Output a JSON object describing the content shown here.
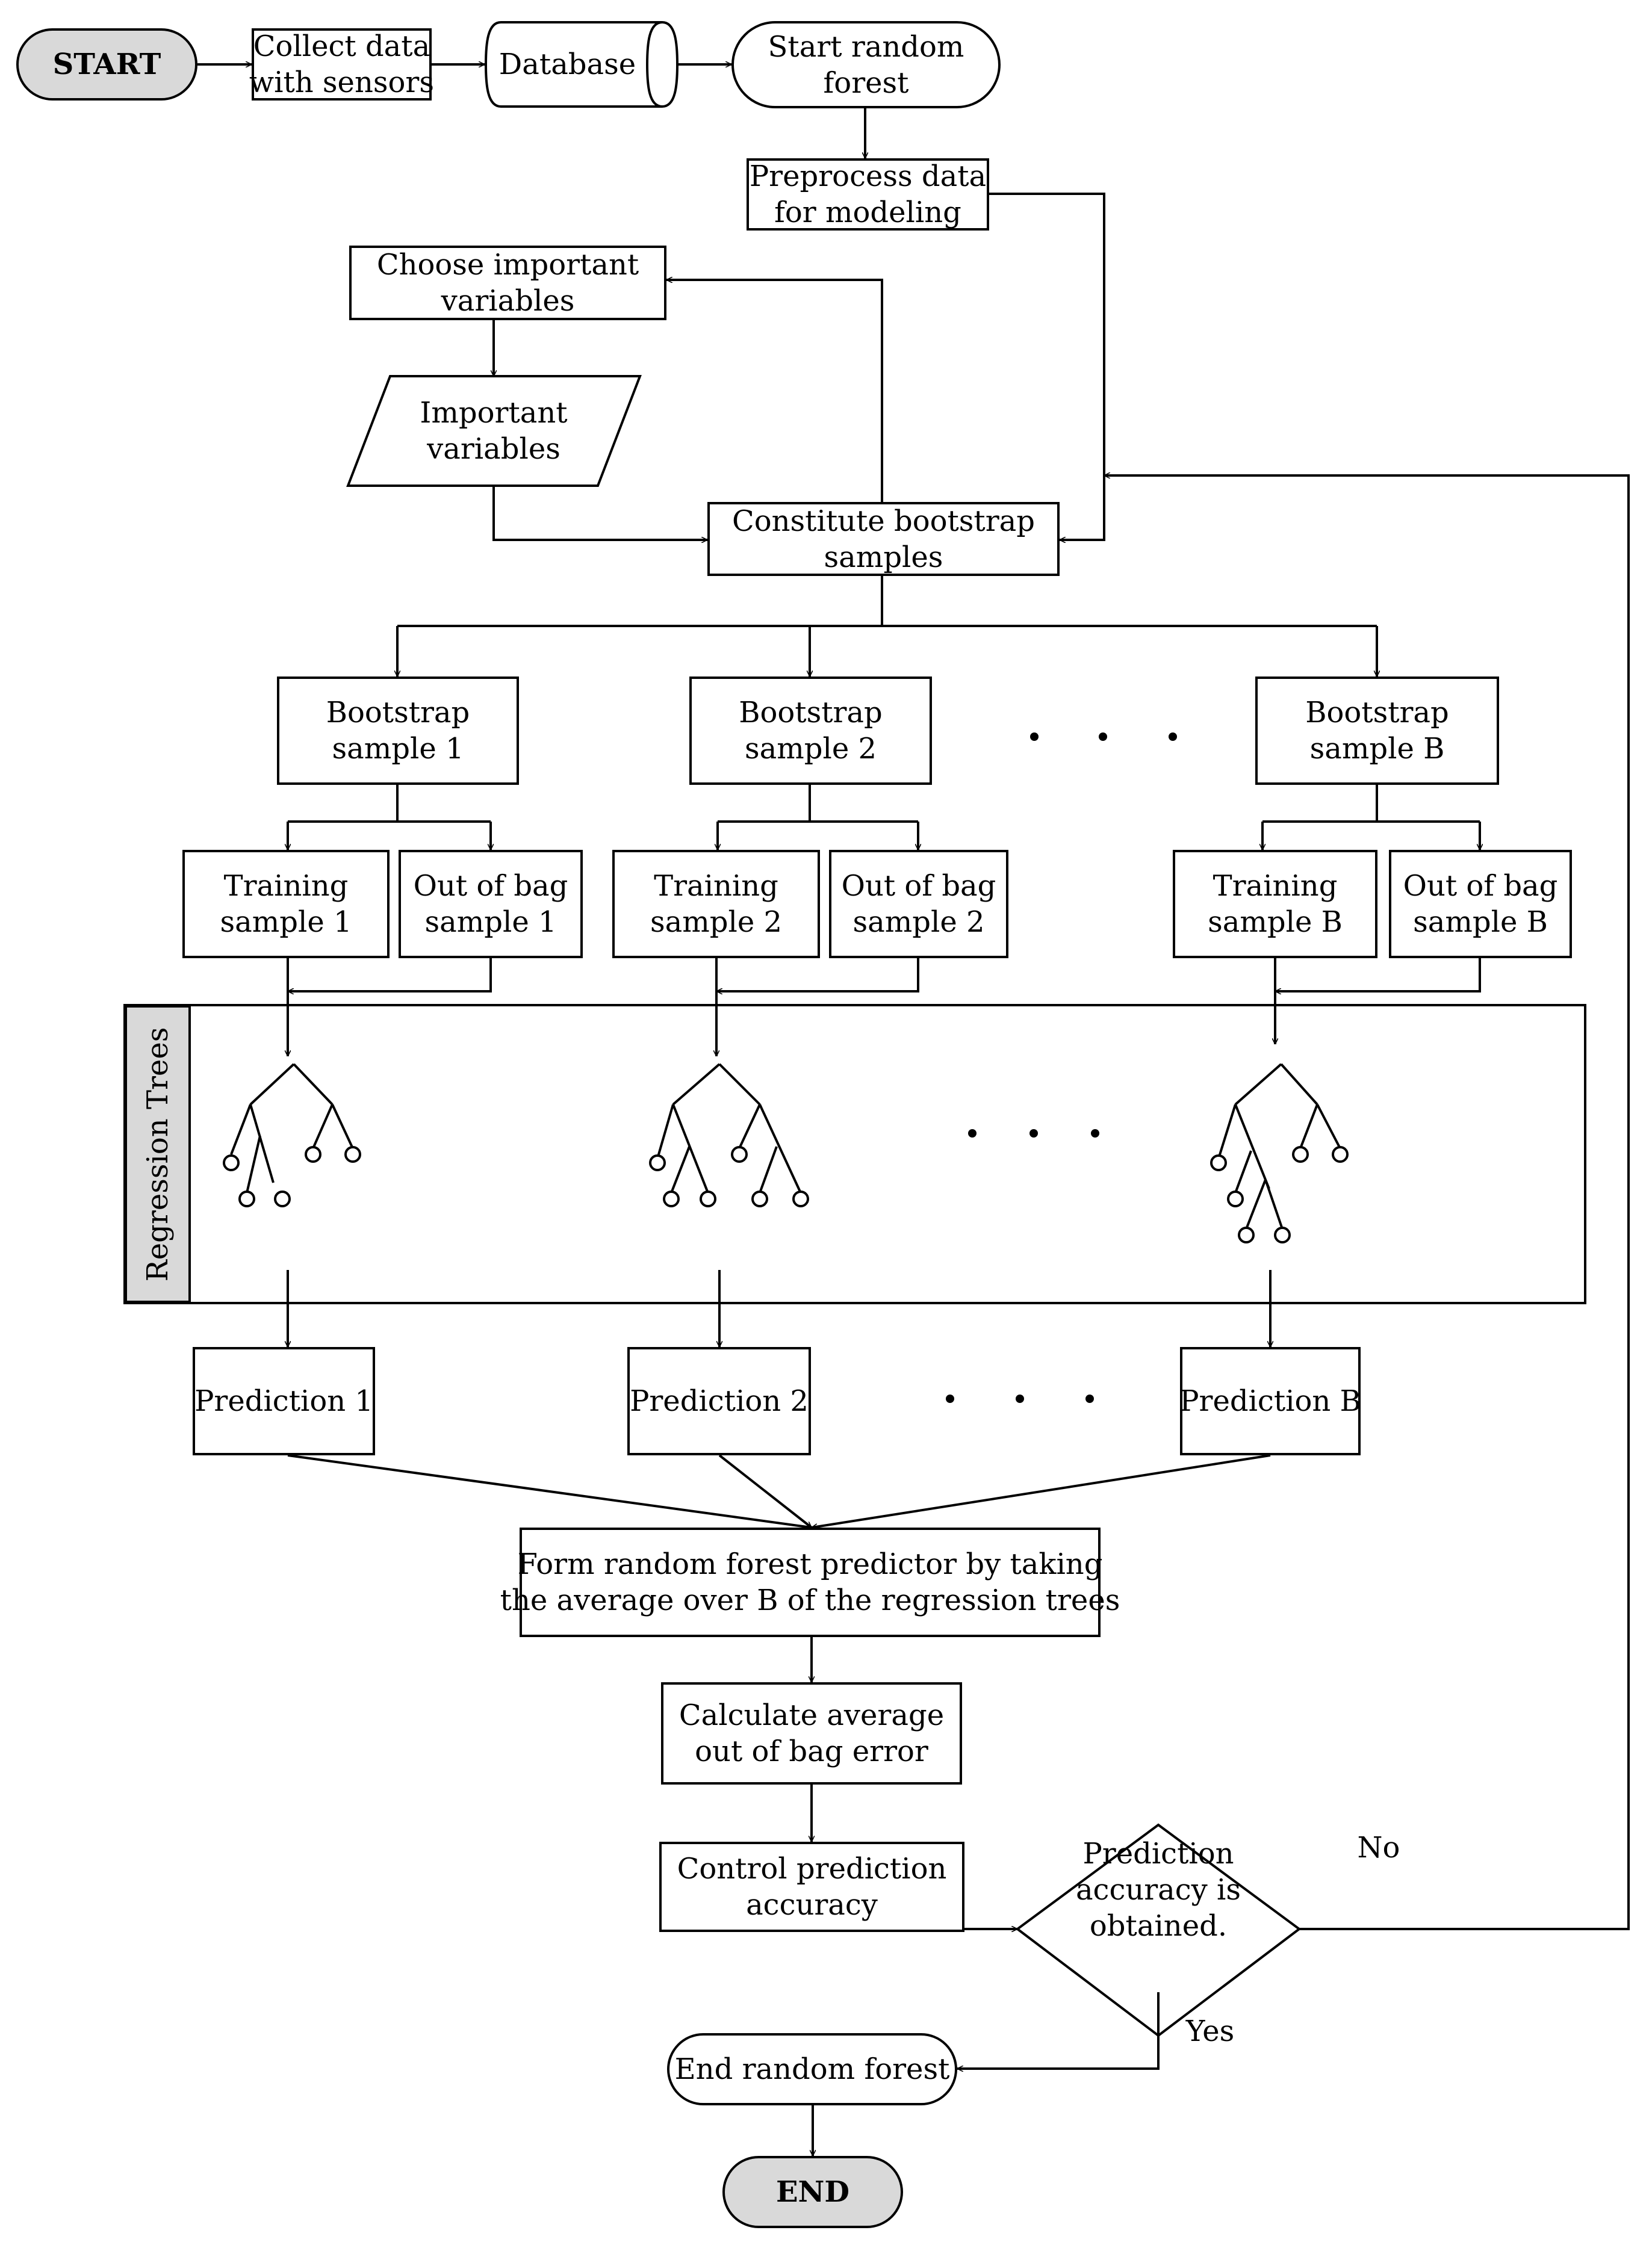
{
  "nodes": {
    "start": "START",
    "collect": "Collect data\nwith sensors",
    "database": "Database",
    "start_rf": "Start random\nforest",
    "preprocess": "Preprocess data\nfor modeling",
    "choose": "Choose important\nvariables",
    "important": "Important\nvariables",
    "constitute": "Constitute bootstrap\nsamples",
    "boot1": "Bootstrap\nsample 1",
    "boot2": "Bootstrap\nsample 2",
    "bootB": "Bootstrap\nsample B",
    "train1": "Training\nsample 1",
    "oob1": "Out of bag\nsample 1",
    "train2": "Training\nsample 2",
    "oob2": "Out of bag\nsample 2",
    "trainB": "Training\nsample B",
    "oobB": "Out of bag\nsample B",
    "regression_trees": "Regression Trees",
    "pred1": "Prediction 1",
    "pred2": "Prediction 2",
    "predB": "Prediction B",
    "form": "Form random forest predictor by taking\nthe average over B of the regression trees",
    "calc": "Calculate average\nout of bag error",
    "control": "Control prediction\naccuracy",
    "decision": "Prediction\naccuracy is\nobtained.",
    "end_rf": "End random forest",
    "end": "END"
  },
  "labels": {
    "no": "No",
    "yes": "Yes"
  },
  "colors": {
    "line": "#000000",
    "terminal_fill": "#d9d9d9",
    "background": "#ffffff"
  }
}
